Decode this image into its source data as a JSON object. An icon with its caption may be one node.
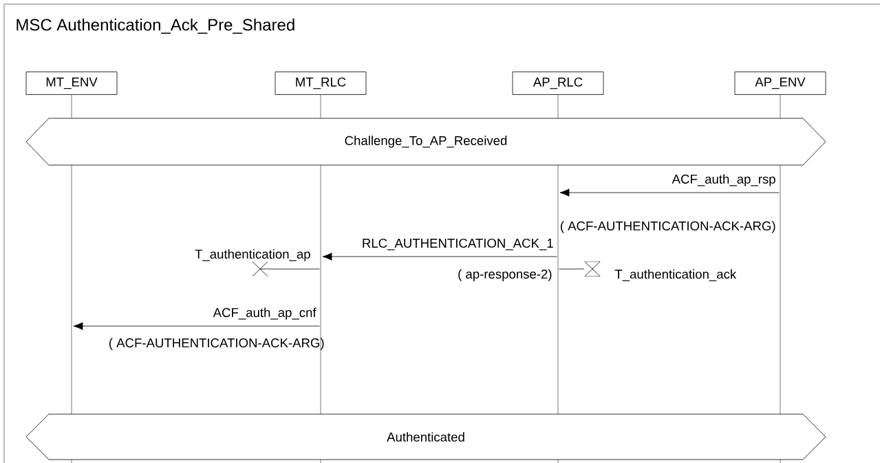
{
  "diagram": {
    "title": "MSC Authentication_Ack_Pre_Shared",
    "nodes": [
      {
        "text": [
          "MT_ENV"
        ]
      },
      {
        "text": [
          "MT_RLC"
        ]
      },
      {
        "text": [
          "AP_RLC"
        ]
      },
      {
        "text": [
          "AP_ENV"
        ]
      },
      {
        "text": [
          "Challenge_To_AP_Received"
        ]
      },
      {
        "text": [],
        "shape": "cross",
        "beside": [
          "T_authentication_ap"
        ]
      },
      {
        "text": [],
        "shape": "hourglass",
        "beside": [
          "T_authentication_ack"
        ]
      },
      {
        "text": [
          "Authenticated"
        ]
      },
      {
        "text": [],
        "shape": "line"
      },
      {
        "text": [],
        "shape": "line"
      },
      {
        "text": [],
        "shape": "line"
      },
      {
        "text": [],
        "shape": "line"
      }
    ],
    "edges": [
      {
        "from": 11,
        "to": 10,
        "arrow": "to",
        "label": "ACF_auth_ap_rsp"
      },
      {
        "from": 10,
        "to": 9,
        "arrow": "to",
        "label": "RLC_AUTHENTICATION_ACK_1"
      },
      {
        "from": 9,
        "to": 5,
        "arrow": "none"
      },
      {
        "from": 10,
        "to": 6,
        "arrow": "none"
      },
      {
        "from": 9,
        "to": 8,
        "arrow": "to",
        "label": "ACF_auth_ap_cnf"
      }
    ],
    "labels": [
      "( ACF-AUTHENTICATION-ACK-ARG)",
      "( ap-response-2)",
      "( ACF-AUTHENTICATION-ACK-ARG)"
    ]
  }
}
